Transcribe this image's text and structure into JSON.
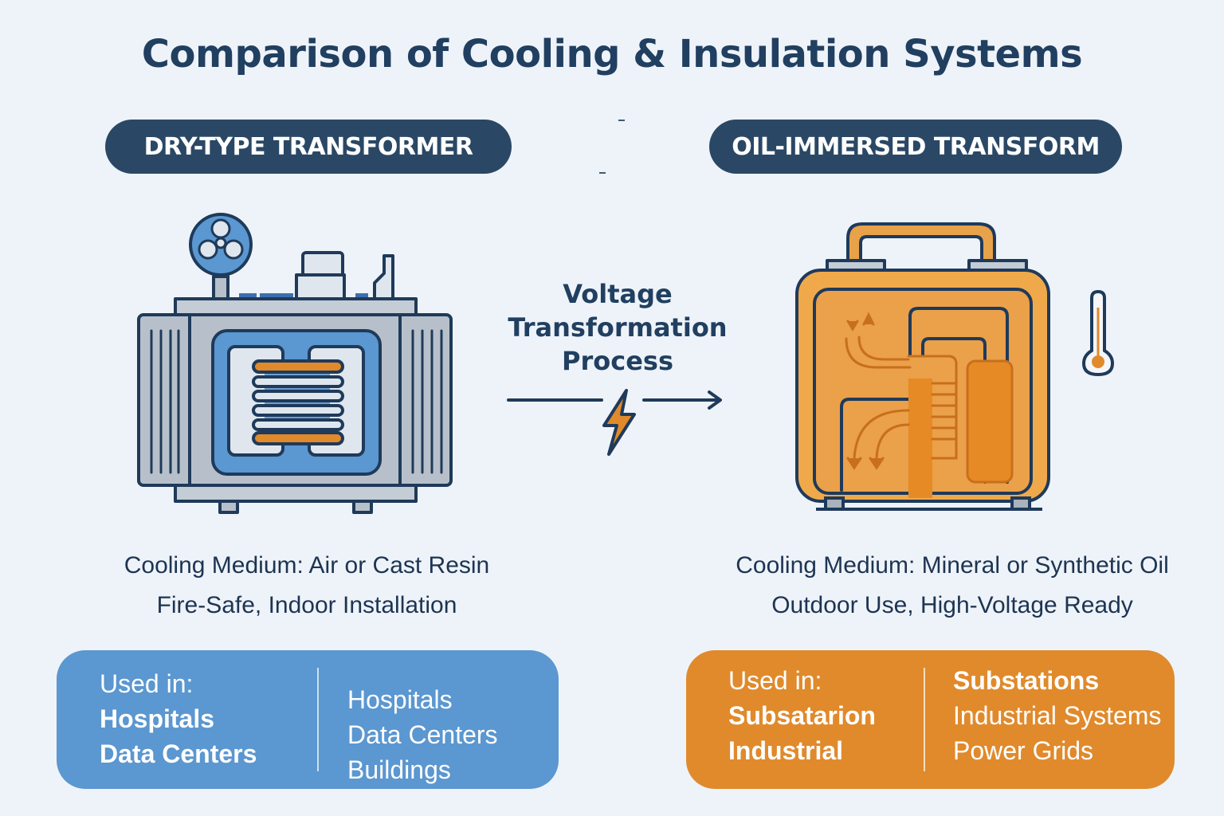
{
  "title": "Comparison of Cooling & Insulation Systems",
  "left_panel": {
    "header": "DRY-TYPE TRANSFORMER",
    "illustration": "dry-type-transformer-icon",
    "cooling_medium": "Cooling Medium: Air or Cast Resin",
    "features": "Fire-Safe, Indoor Installation",
    "usage_card": {
      "color": "#5b97d0",
      "label": "Used in:",
      "primary": [
        "Hospitals",
        "Data Centers"
      ],
      "secondary": [
        "Hospitals",
        "Data Centers",
        "Buildings"
      ]
    }
  },
  "center": {
    "label_lines": [
      "Voltage",
      "Transformation",
      "Process"
    ],
    "icon": "lightning-bolt-icon",
    "arrow": "right-arrow-icon"
  },
  "right_panel": {
    "header": "OIL-IMMERSED TRANSFORM",
    "illustration": "oil-immersed-transformer-icon",
    "side_icon": "thermometer-icon",
    "cooling_medium": "Cooling Medium: Mineral or Synthetic Oil",
    "features": "Outdoor Use, High-Voltage Ready",
    "usage_card": {
      "color": "#e08a2c",
      "label": "Used in:",
      "primary": [
        "Subsatarion",
        "Industrial"
      ],
      "secondary": [
        "Substations",
        "Industrial Systems",
        "Power Grids"
      ]
    }
  },
  "colors": {
    "background": "#eef3f9",
    "navy": "#213f60",
    "pill": "#2a4865",
    "blue": "#5b97d0",
    "orange": "#e08a2c"
  }
}
